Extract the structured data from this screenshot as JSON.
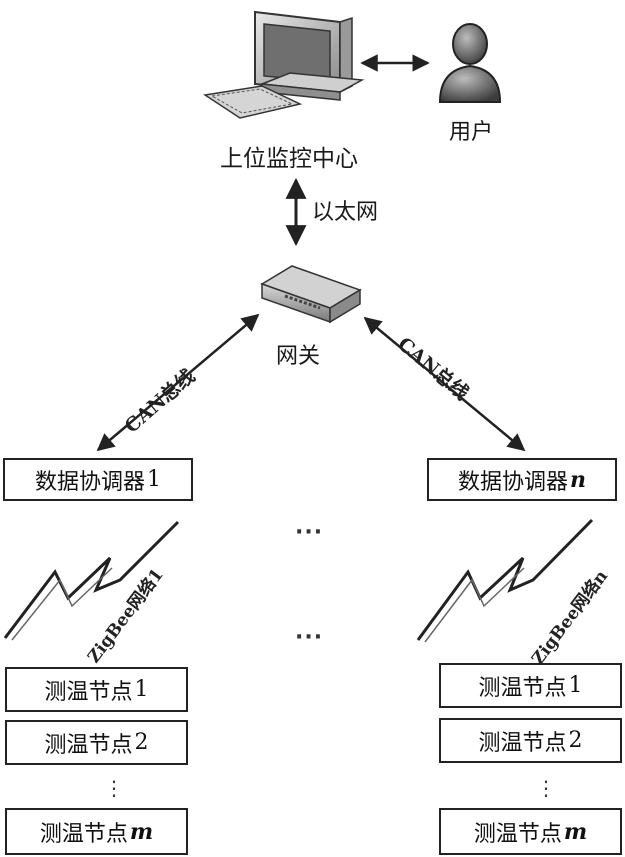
{
  "monitor_center": {
    "label": "上位监控中心"
  },
  "user": {
    "label": "用户"
  },
  "ethernet": {
    "label": "以太网"
  },
  "gateway": {
    "label": "网关"
  },
  "can_bus": {
    "left_label": "CAN总线",
    "right_label": "CAN总线"
  },
  "coordinators": [
    {
      "label": "数据协调器",
      "suffix": "1"
    },
    {
      "label": "数据协调器",
      "suffix": "n"
    }
  ],
  "zigbee": [
    {
      "label": "ZigBee网络1"
    },
    {
      "label": "ZigBee网络n"
    }
  ],
  "ellipsis": {
    "top": "···",
    "bottom": "···",
    "vertical": "⋮"
  },
  "left_nodes": [
    {
      "label": "测温节点",
      "suffix": "1"
    },
    {
      "label": "测温节点",
      "suffix": "2"
    },
    {
      "label": "测温节点",
      "suffix": "m"
    }
  ],
  "right_nodes": [
    {
      "label": "测温节点",
      "suffix": "1"
    },
    {
      "label": "测温节点",
      "suffix": "2"
    },
    {
      "label": "测温节点",
      "suffix": "m"
    }
  ],
  "icons": [
    "computer-icon",
    "user-icon",
    "gateway-device-icon",
    "lightning-icon"
  ]
}
